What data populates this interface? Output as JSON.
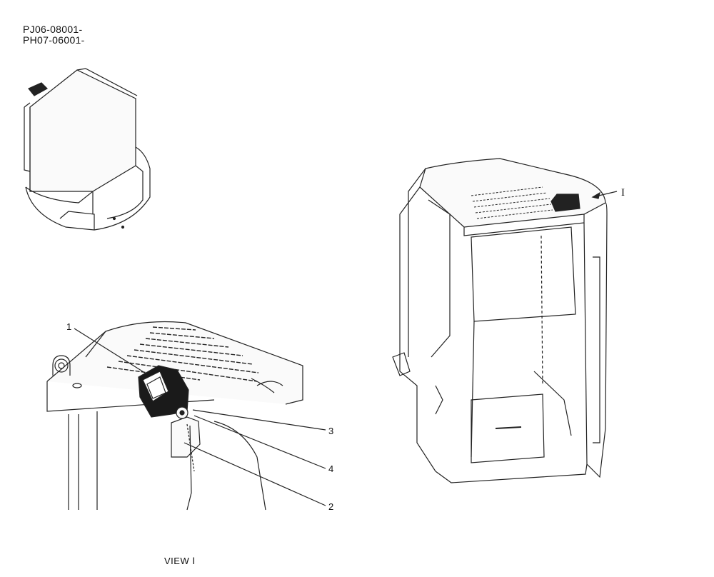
{
  "header": {
    "serial_range_1": "PJ06-08001-",
    "serial_range_2": "PH07-06001-"
  },
  "callouts": {
    "item_1": "1",
    "item_2": "2",
    "item_3": "3",
    "item_4": "4"
  },
  "view": {
    "marker": "I",
    "caption": "VIEW Ⅰ"
  }
}
